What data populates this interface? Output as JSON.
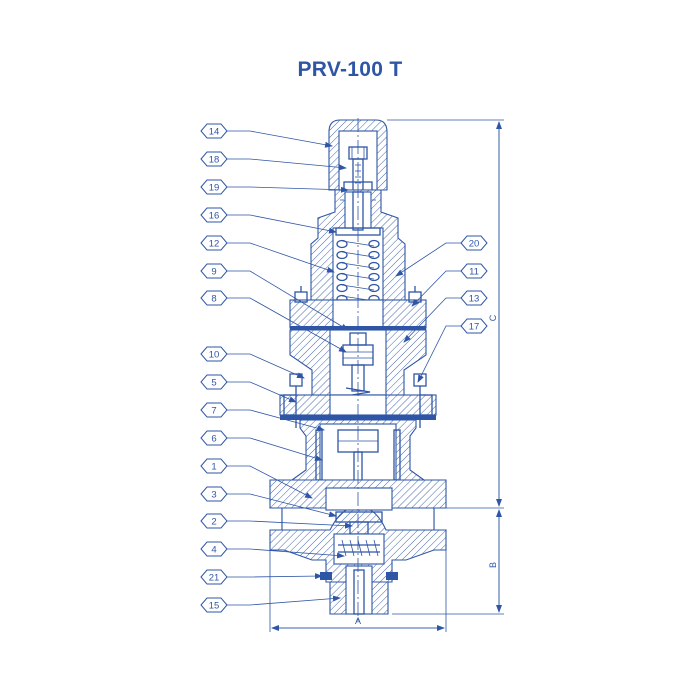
{
  "title": "PRV-100 T",
  "colors": {
    "line": "#2f56a6",
    "background": "#ffffff"
  },
  "callouts_left": [
    "14",
    "18",
    "19",
    "16",
    "12",
    "9",
    "8",
    "10",
    "5",
    "7",
    "6",
    "1",
    "3",
    "2",
    "4",
    "21",
    "15"
  ],
  "callouts_right": [
    "20",
    "11",
    "13",
    "17"
  ],
  "dimensions": {
    "width": "A",
    "lower_height": "B",
    "upper_height": "C"
  }
}
